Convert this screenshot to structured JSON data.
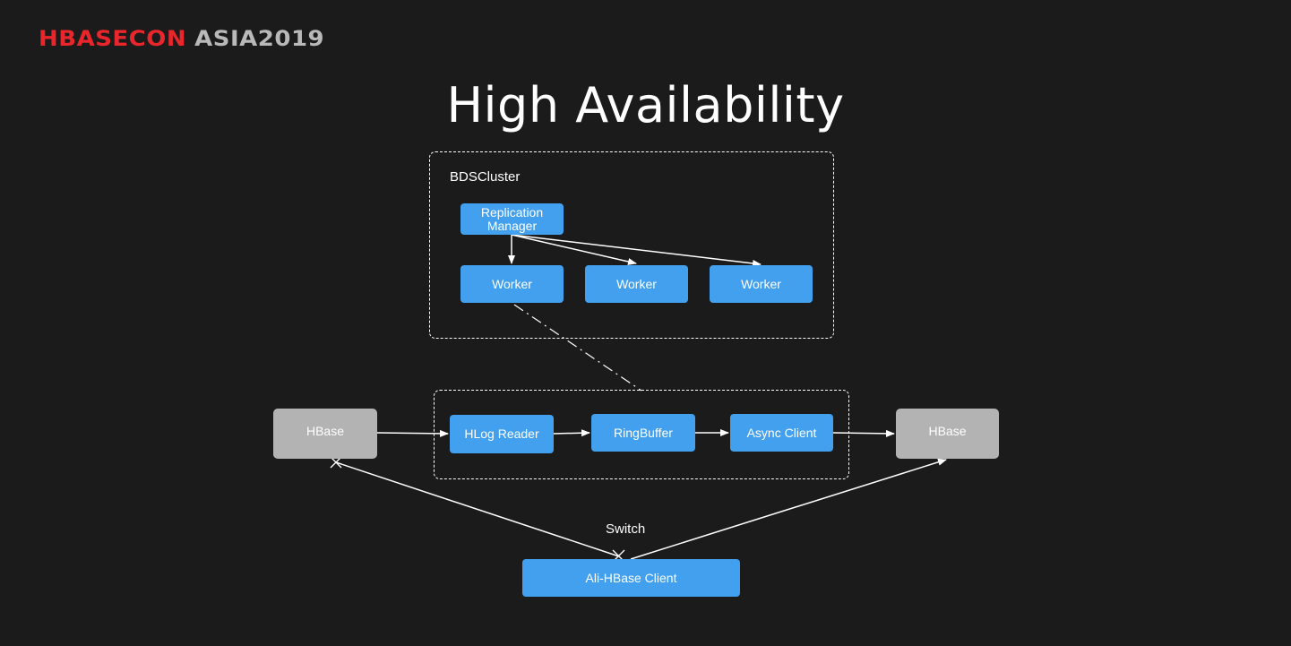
{
  "logo": {
    "brand": "HBASECON",
    "event": "ASIA2019"
  },
  "title": "High Availability",
  "diagram": {
    "cluster_label": "BDSCluster",
    "replication_manager": "Replication\nManager",
    "workers": [
      "Worker",
      "Worker",
      "Worker"
    ],
    "source_hbase": "HBase",
    "target_hbase": "HBase",
    "pipeline": [
      "HLog Reader",
      "RingBuffer",
      "Async Client"
    ],
    "switch_label": "Switch",
    "client": "Ali-HBase Client"
  },
  "colors": {
    "background": "#1b1b1b",
    "node_blue": "#42a0ee",
    "node_gray": "#b3b3b3",
    "logo_red": "#e8262b",
    "logo_gray": "#b9b9b9",
    "line": "#ffffff"
  }
}
